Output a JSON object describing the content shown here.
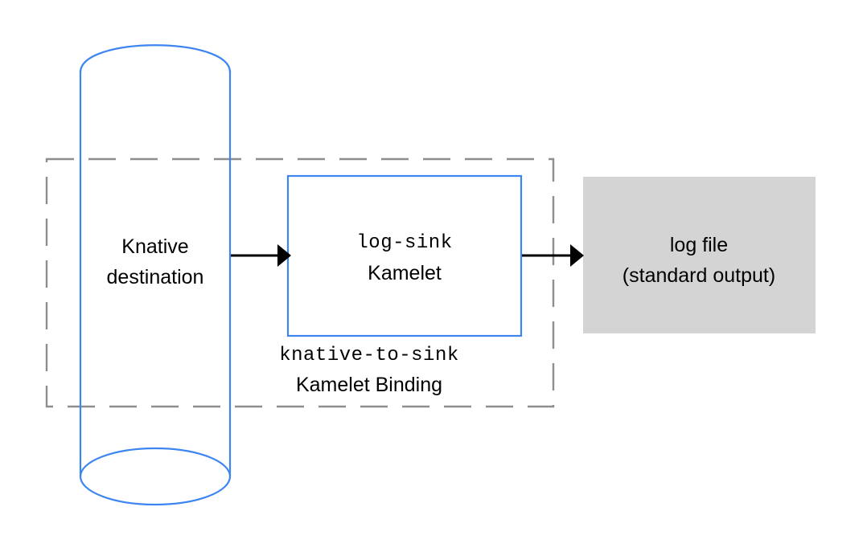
{
  "diagram": {
    "title": "Knative destination to log-sink Kamelet Binding flow",
    "colors": {
      "accent_blue": "#3d85f0",
      "box_gray": "#d4d4d4",
      "boundary_gray": "#8e8e8e",
      "text_black": "#000000",
      "background": "#ffffff"
    },
    "nodes": {
      "source_cylinder": {
        "shape": "cylinder",
        "label_line1": "Knative",
        "label_line2": "destination",
        "stroke": "#3d85f0"
      },
      "kamelet_box": {
        "shape": "rectangle",
        "label_mono": "log-sink",
        "label_sans": "Kamelet",
        "stroke": "#3d85f0"
      },
      "sink_box": {
        "shape": "rectangle-filled",
        "label_line1": "log file",
        "label_line2": "(standard output)",
        "fill": "#d4d4d4"
      }
    },
    "boundary": {
      "style": "dashed",
      "caption_mono": "knative-to-sink",
      "caption_sans": "Kamelet Binding",
      "stroke": "#8e8e8e"
    },
    "edges": [
      {
        "id": "source-to-kamelet",
        "from": "source_cylinder",
        "to": "kamelet_box",
        "label": "",
        "direction": "right"
      },
      {
        "id": "kamelet-to-sink",
        "from": "kamelet_box",
        "to": "sink_box",
        "label": "",
        "direction": "right"
      }
    ]
  }
}
